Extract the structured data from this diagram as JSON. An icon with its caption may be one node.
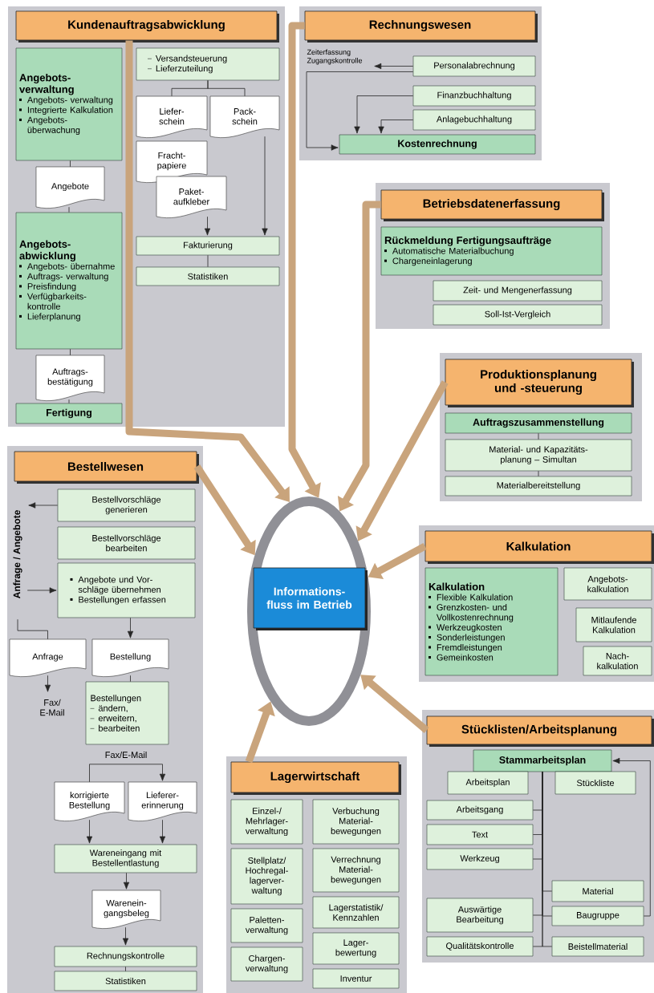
{
  "diagram": {
    "nodes": [
      {
        "text": [
          "Kundenauftragsabwicklung"
        ]
      },
      {
        "text": [
          "Angebots- verwaltung",
          "Angebots- verwaltung",
          "Integrierte Kalkulation",
          "Angebots- überwachung"
        ]
      },
      {
        "text": [
          "Angebote"
        ]
      },
      {
        "text": [
          "Angebots- abwicklung",
          "Angebots- übernahme",
          "Auftrags- verwaltung",
          "Preisfindung",
          "Verfügbarkeits- kontrolle",
          "Lieferplanung"
        ]
      },
      {
        "text": [
          "Auftrags- bestätigung"
        ]
      },
      {
        "text": [
          "Fertigung"
        ]
      },
      {
        "text": [
          "Versandsteuerung",
          "Lieferzuteilung"
        ]
      },
      {
        "text": [
          "Liefer- schein"
        ]
      },
      {
        "text": [
          "Pack- schein"
        ]
      },
      {
        "text": [
          "Fracht- papiere"
        ]
      },
      {
        "text": [
          "Paket- aufkleber"
        ]
      },
      {
        "text": [
          "Fakturierung"
        ]
      },
      {
        "text": [
          "Statistiken"
        ]
      },
      {
        "text": [
          "Rechnungswesen"
        ]
      },
      {
        "text": [
          "Zeiterfassung Zugangskontrolle"
        ]
      },
      {
        "text": [
          "Personalabrechnung"
        ]
      },
      {
        "text": [
          "Finanzbuchhaltung"
        ]
      },
      {
        "text": [
          "Anlagebuchhaltung"
        ]
      },
      {
        "text": [
          "Kostenrechnung"
        ]
      },
      {
        "text": [
          "Betriebsdatenerfassung"
        ]
      },
      {
        "text": [
          "Rückmeldung Fertigungsaufträge",
          "Automatische Materialbuchung",
          "Chargeneinlagerung"
        ]
      },
      {
        "text": [
          "Zeit- und Mengenerfassung"
        ]
      },
      {
        "text": [
          "Soll-Ist-Vergleich"
        ]
      },
      {
        "text": [
          "Produktionsplanung und -steuerung"
        ]
      },
      {
        "text": [
          "Auftragszusammenstellung"
        ]
      },
      {
        "text": [
          "Material- und Kapazitäts- planung – Simultan"
        ]
      },
      {
        "text": [
          "Materialbereitstellung"
        ]
      },
      {
        "text": [
          "Kalkulation"
        ]
      },
      {
        "text": [
          "Kalkulation",
          "Flexible Kalkulation",
          "Grenzkosten- und Vollkostenrechnung",
          "Werkzeugkosten",
          "Sonderleistungen",
          "Fremdleistungen",
          "Gemeinkosten"
        ]
      },
      {
        "text": [
          "Angebots- kalkulation"
        ]
      },
      {
        "text": [
          "Mitlaufende Kalkulation"
        ]
      },
      {
        "text": [
          "Nach- kalkulation"
        ]
      },
      {
        "text": [
          "Stücklisten/Arbeitsplanung"
        ]
      },
      {
        "text": [
          "Stammarbeitsplan"
        ]
      },
      {
        "text": [
          "Arbeitsplan"
        ]
      },
      {
        "text": [
          "Stückliste"
        ]
      },
      {
        "text": [
          "Arbeitsgang"
        ]
      },
      {
        "text": [
          "Text"
        ]
      },
      {
        "text": [
          "Werkzeug"
        ]
      },
      {
        "text": [
          "Material"
        ]
      },
      {
        "text": [
          "Auswärtige Bearbeitung"
        ]
      },
      {
        "text": [
          "Baugruppe"
        ]
      },
      {
        "text": [
          "Qualitätskontrolle"
        ]
      },
      {
        "text": [
          "Beistellmaterial"
        ]
      },
      {
        "text": [
          "Lagerwirtschaft"
        ]
      },
      {
        "text": [
          "Einzel-/ Mehrlager- verwaltung"
        ]
      },
      {
        "text": [
          "Stellplatz/ Hochregal- lagerver- waltung"
        ]
      },
      {
        "text": [
          "Paletten- verwaltung"
        ]
      },
      {
        "text": [
          "Chargen- verwaltung"
        ]
      },
      {
        "text": [
          "Verbuchung Material- bewegungen"
        ]
      },
      {
        "text": [
          "Verrechnung Material- bewegungen"
        ]
      },
      {
        "text": [
          "Lagerstatistik/ Kennzahlen"
        ]
      },
      {
        "text": [
          "Lager- bewertung"
        ]
      },
      {
        "text": [
          "Inventur"
        ]
      },
      {
        "text": [
          "Bestellwesen"
        ]
      },
      {
        "text": [
          "Anfrage / Angebote"
        ]
      },
      {
        "text": [
          "Bestellvorschläge generieren"
        ]
      },
      {
        "text": [
          "Bestellvorschläge bearbeiten"
        ]
      },
      {
        "text": [
          "Angebote und Vor- schläge übernehmen",
          "Bestellungen erfassen"
        ]
      },
      {
        "text": [
          "Anfrage"
        ]
      },
      {
        "text": [
          "Bestellung"
        ]
      },
      {
        "text": [
          "Fax/ E-Mail"
        ]
      },
      {
        "text": [
          "Bestellungen",
          "ändern,",
          "erweitern,",
          "bearbeiten"
        ]
      },
      {
        "text": [
          "korrigierte Bestellung"
        ]
      },
      {
        "text": [
          "Lieferer- erinnerung"
        ]
      },
      {
        "text": [
          "Wareneingang mit Bestellentlastung"
        ]
      },
      {
        "text": [
          "Warenein- gangsbeleg"
        ]
      },
      {
        "text": [
          "Rechnungskontrolle"
        ]
      },
      {
        "text": [
          "Statistiken"
        ]
      },
      {
        "text": [],
        "shape": "ellipse"
      },
      {
        "text": [
          "Informations- fluss im Betrieb"
        ],
        "in": 69
      }
    ],
    "edges": [
      {
        "from": 1,
        "to": 2,
        "arrow": "none"
      },
      {
        "from": 2,
        "to": 3,
        "arrow": "none"
      },
      {
        "from": 3,
        "to": 4,
        "arrow": "none"
      },
      {
        "from": 4,
        "to": 5,
        "arrow": "none"
      },
      {
        "from": 6,
        "to": 7,
        "arrow": "none"
      },
      {
        "from": 6,
        "to": 8,
        "arrow": "none"
      },
      {
        "from": 8,
        "to": 11,
        "arrow": "to"
      },
      {
        "from": 10,
        "to": 11,
        "arrow": "to"
      },
      {
        "from": 11,
        "to": 12,
        "arrow": "none"
      },
      {
        "from": 15,
        "to": 14,
        "arrow": "to"
      },
      {
        "from": 15,
        "to": 18,
        "arrow": "to"
      },
      {
        "from": 16,
        "to": 18,
        "arrow": "to"
      },
      {
        "from": 17,
        "to": 18,
        "arrow": "to"
      },
      {
        "from": 24,
        "to": 25,
        "arrow": "none"
      },
      {
        "from": 25,
        "to": 26,
        "arrow": "none"
      },
      {
        "from": 33,
        "to": 36,
        "arrow": "none"
      },
      {
        "from": 33,
        "to": 37,
        "arrow": "none"
      },
      {
        "from": 33,
        "to": 38,
        "arrow": "none"
      },
      {
        "from": 33,
        "to": 39,
        "arrow": "none"
      },
      {
        "from": 33,
        "to": 40,
        "arrow": "none"
      },
      {
        "from": 33,
        "to": 41,
        "arrow": "none"
      },
      {
        "from": 33,
        "to": 42,
        "arrow": "none"
      },
      {
        "from": 33,
        "to": 43,
        "arrow": "none"
      },
      {
        "from": 41,
        "to": 33,
        "arrow": "to"
      },
      {
        "from": 56,
        "to": 55,
        "arrow": "to"
      },
      {
        "from": 55,
        "to": 58,
        "arrow": "to"
      },
      {
        "from": 55,
        "to": 59,
        "arrow": "none"
      },
      {
        "from": 58,
        "to": 60,
        "arrow": "to"
      },
      {
        "from": 59,
        "to": 61,
        "arrow": "to"
      },
      {
        "from": 60,
        "to": 62,
        "arrow": "none"
      },
      {
        "from": 63,
        "to": 64,
        "arrow": "to",
        "label": "Fax/E-Mail"
      },
      {
        "from": 63,
        "to": 65,
        "arrow": "to"
      },
      {
        "from": 64,
        "to": 65,
        "arrow": "to"
      },
      {
        "from": 65,
        "to": 66,
        "arrow": "to"
      },
      {
        "from": 66,
        "to": 67,
        "arrow": "to"
      },
      {
        "from": 67,
        "to": 68,
        "arrow": "none"
      },
      {
        "from": 0,
        "to": 69,
        "arrow": "to",
        "style": "thick",
        "color": "#c9a47c"
      },
      {
        "from": 13,
        "to": 69,
        "arrow": "to",
        "style": "thick",
        "color": "#c9a47c"
      },
      {
        "from": 19,
        "to": 69,
        "arrow": "to",
        "style": "thick",
        "color": "#c9a47c"
      },
      {
        "from": 23,
        "to": 69,
        "arrow": "to",
        "style": "thick",
        "color": "#c9a47c"
      },
      {
        "from": 54,
        "to": 69,
        "arrow": "to",
        "style": "thick",
        "color": "#c9a47c"
      },
      {
        "from": 27,
        "to": 69,
        "arrow": "to",
        "style": "thick",
        "color": "#c9a47c"
      },
      {
        "from": 32,
        "to": 69,
        "arrow": "to",
        "style": "thick",
        "color": "#c9a47c"
      },
      {
        "from": 44,
        "to": 69,
        "arrow": "to",
        "style": "thick",
        "color": "#c9a47c"
      }
    ]
  }
}
